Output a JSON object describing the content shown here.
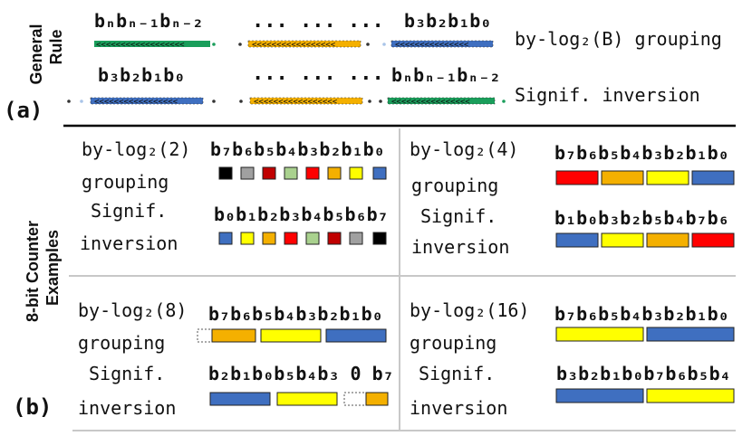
{
  "colors": {
    "green": "#1a9e5b",
    "orange": "#f4b000",
    "blue": "#3f6fc0",
    "yellow": "#ffff00",
    "red": "#ff0000",
    "darkred": "#c00000",
    "gray": "#a0a0a0",
    "black": "#000000",
    "lightgreen": "#a9d18e",
    "lightblue": "#a9c4e8",
    "border": "#1a1a1a",
    "divider": "#c8c8c8"
  },
  "side_labels": {
    "general": "General",
    "rule": "Rule",
    "counter": "8-bit Counter",
    "examples": "Examples"
  },
  "panel_a": {
    "tag": "(a)",
    "row1": {
      "bits_left": "bₙbₙ₋₁bₙ₋₂",
      "dots": "... ... ...",
      "bits_right": "b₃b₂b₁b₀",
      "label": "by-log₂(B) grouping"
    },
    "row2": {
      "bits_left": "b₃b₂b₁b₀",
      "dots": "... ... ...",
      "bits_right": "bₙbₙ₋₁bₙ₋₂",
      "label": "Signif. inversion"
    }
  },
  "panel_b": {
    "tag": "(b)",
    "grouping_word": "grouping",
    "signif_word": "Signif.",
    "inversion_word": "inversion",
    "quadrants": [
      {
        "title": "by-log₂(2)",
        "top_bits": "b₇b₆b₅b₄b₃b₂b₁b₀",
        "bottom_bits": "b₀b₁b₂b₃b₄b₅b₆b₇"
      },
      {
        "title": "by-log₂(4)",
        "top_bits": "b₇b₆b₅b₄b₃b₂b₁b₀",
        "bottom_bits": "b₁b₀b₃b₂b₅b₄b₇b₆"
      },
      {
        "title": "by-log₂(8)",
        "top_bits": "b₇b₆b₅b₄b₃b₂b₁b₀",
        "bottom_bits": "b₂b₁b₀b₅b₄b₃ 0 b₇"
      },
      {
        "title": "by-log₂(16)",
        "top_bits": "b₇b₆b₅b₄b₃b₂b₁b₀",
        "bottom_bits": "b₃b₂b₁b₀b₇b₆b₅b₄"
      }
    ]
  }
}
